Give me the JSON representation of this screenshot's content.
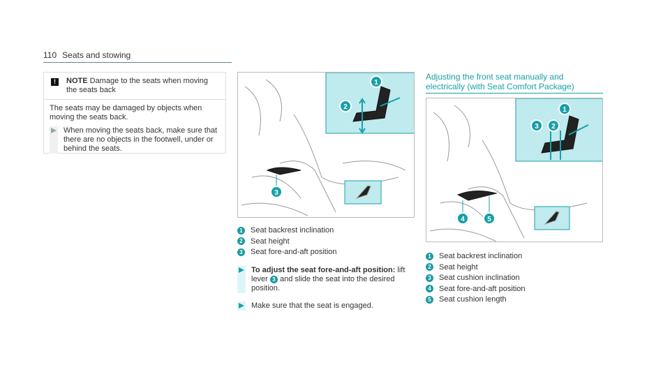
{
  "header": {
    "page_number": "110",
    "section": "Seats and stowing"
  },
  "note": {
    "label": "NOTE",
    "title": "Damage to the seats when moving the seats back",
    "body": "The seats may be damaged by objects when moving the seats back.",
    "step": "When moving the seats back, make sure that there are no objects in the footwell, under or behind the seats."
  },
  "manual": {
    "legend": [
      {
        "n": "1",
        "text": "Seat backrest inclination"
      },
      {
        "n": "2",
        "text": "Seat height"
      },
      {
        "n": "3",
        "text": "Seat fore-and-aft position"
      }
    ],
    "step1_bold": "To adjust the seat fore-and-aft position:",
    "step1_a": "lift lever",
    "step1_ref": "3",
    "step1_b": "and slide the seat into the desired position.",
    "step2": "Make sure that the seat is engaged."
  },
  "electric": {
    "heading": "Adjusting the front seat manually and electrically (with Seat Comfort Package)",
    "legend": [
      {
        "n": "1",
        "text": "Seat backrest inclination"
      },
      {
        "n": "2",
        "text": "Seat height"
      },
      {
        "n": "3",
        "text": "Seat cushion inclination"
      },
      {
        "n": "4",
        "text": "Seat fore-and-aft position"
      },
      {
        "n": "5",
        "text": "Seat cushion length"
      }
    ]
  },
  "colors": {
    "accent": "#18a0a8",
    "highlight": "#bfeaee"
  }
}
